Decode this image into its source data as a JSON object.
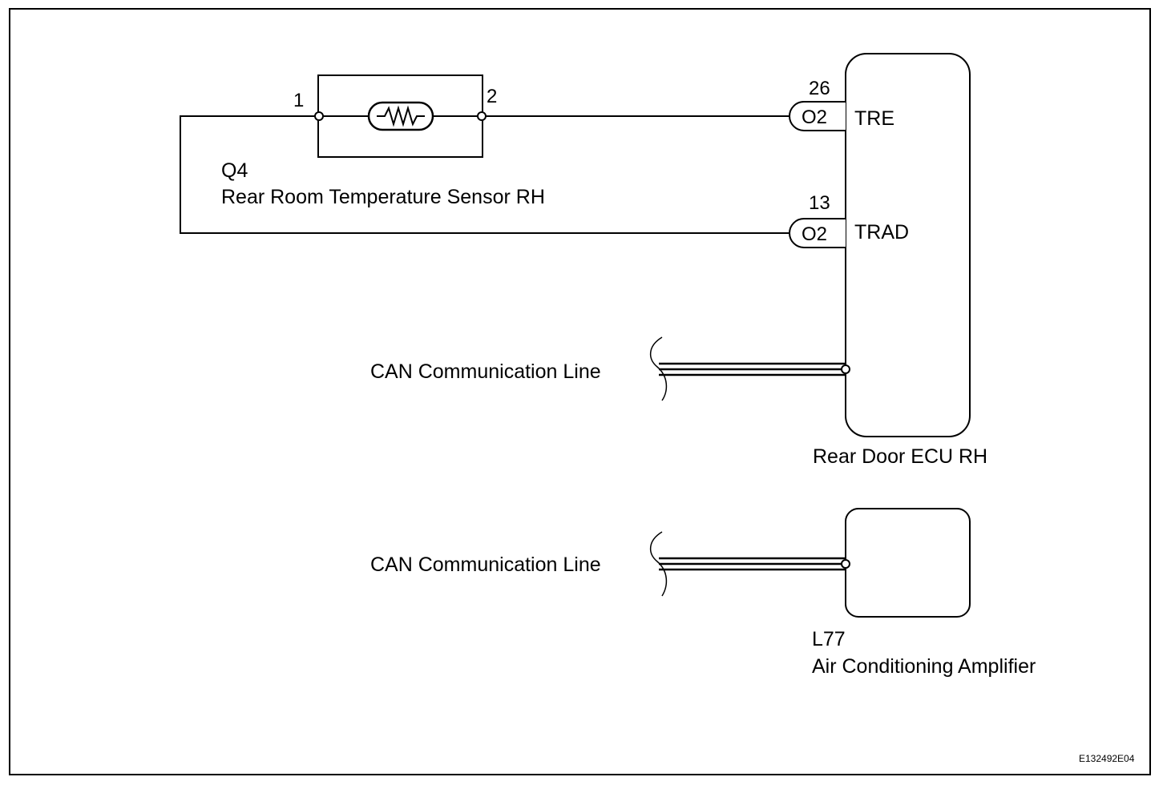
{
  "sensor": {
    "code": "Q4",
    "name": "Rear Room Temperature Sensor RH",
    "pin_left": "1",
    "pin_right": "2"
  },
  "ecu": {
    "name": "Rear Door ECU RH",
    "terminals": [
      {
        "pin": "26",
        "connector": "O2",
        "signal": "TRE"
      },
      {
        "pin": "13",
        "connector": "O2",
        "signal": "TRAD"
      }
    ],
    "can_label": "CAN Communication Line"
  },
  "amplifier": {
    "code": "L77",
    "name": "Air Conditioning Amplifier",
    "can_label": "CAN Communication Line"
  },
  "figure_id": "E132492E04"
}
